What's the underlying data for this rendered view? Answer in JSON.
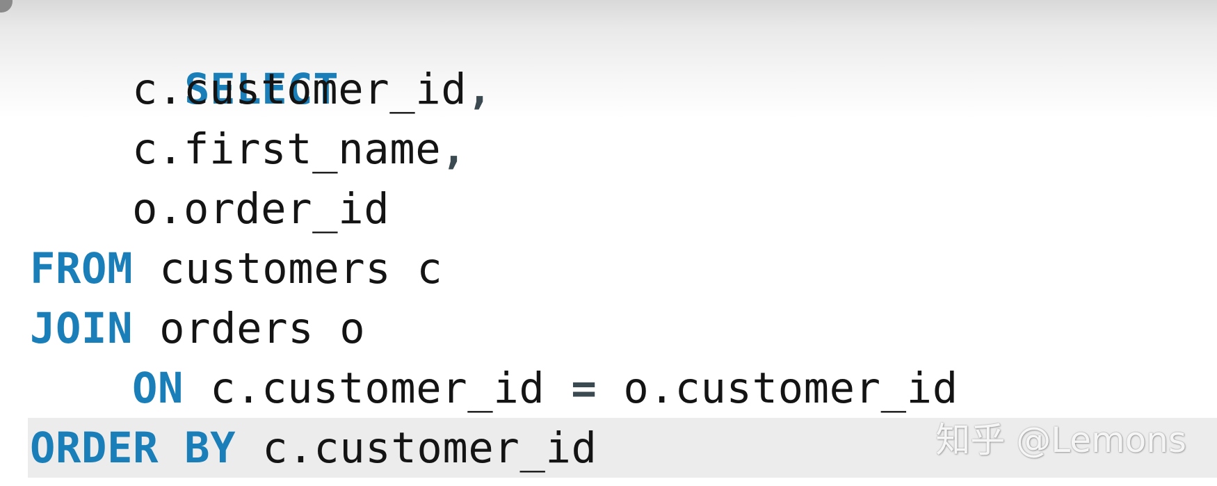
{
  "code": {
    "line1": {
      "keyword": "SELECT"
    },
    "line2": {
      "text": "c.customer_id",
      "punct": ","
    },
    "line3": {
      "text": "c.first_name",
      "punct": ","
    },
    "line4": {
      "text": "o.order_id"
    },
    "line5": {
      "keyword": "FROM",
      "text": "customers c"
    },
    "line6": {
      "keyword": "JOIN",
      "text": "orders o"
    },
    "line7": {
      "keyword": "ON",
      "left": "c.customer_id",
      "operator": "=",
      "right": "o.customer_id"
    },
    "line8": {
      "keyword": "ORDER BY",
      "text": "c.customer_id"
    }
  },
  "watermark": "知乎 @Lemons",
  "colors": {
    "keyword": "#1a7fb8",
    "text": "#141414",
    "highlight": "#ececec"
  }
}
